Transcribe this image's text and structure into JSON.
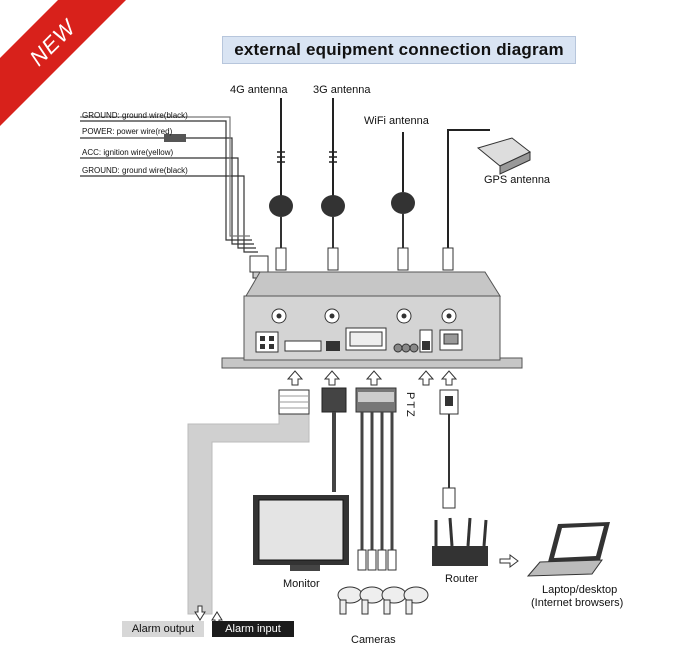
{
  "badge": {
    "text": "NEW",
    "color": "#d8211b"
  },
  "title": "external equipment connection diagram",
  "antennas": {
    "a4g": "4G antenna",
    "a3g": "3G antenna",
    "wifi": "WiFi antenna",
    "gps": "GPS antenna"
  },
  "power_wires": [
    "GROUND:  ground wire(black)",
    "POWER: power wire(red)",
    "ACC: ignition wire(yellow)",
    "GROUND: ground wire(black)"
  ],
  "ptz": "PTZ",
  "devices": {
    "monitor": "Monitor",
    "router": "Router",
    "cameras": "Cameras",
    "laptop_line1": "Laptop/desktop",
    "laptop_line2": "(Internet browsers)"
  },
  "alarm": {
    "output": "Alarm output",
    "input": "Alarm input"
  },
  "colors": {
    "title_bg": "#d9e4f3",
    "device_body": "#d4d4d4",
    "cable": "#d0d0d0"
  }
}
